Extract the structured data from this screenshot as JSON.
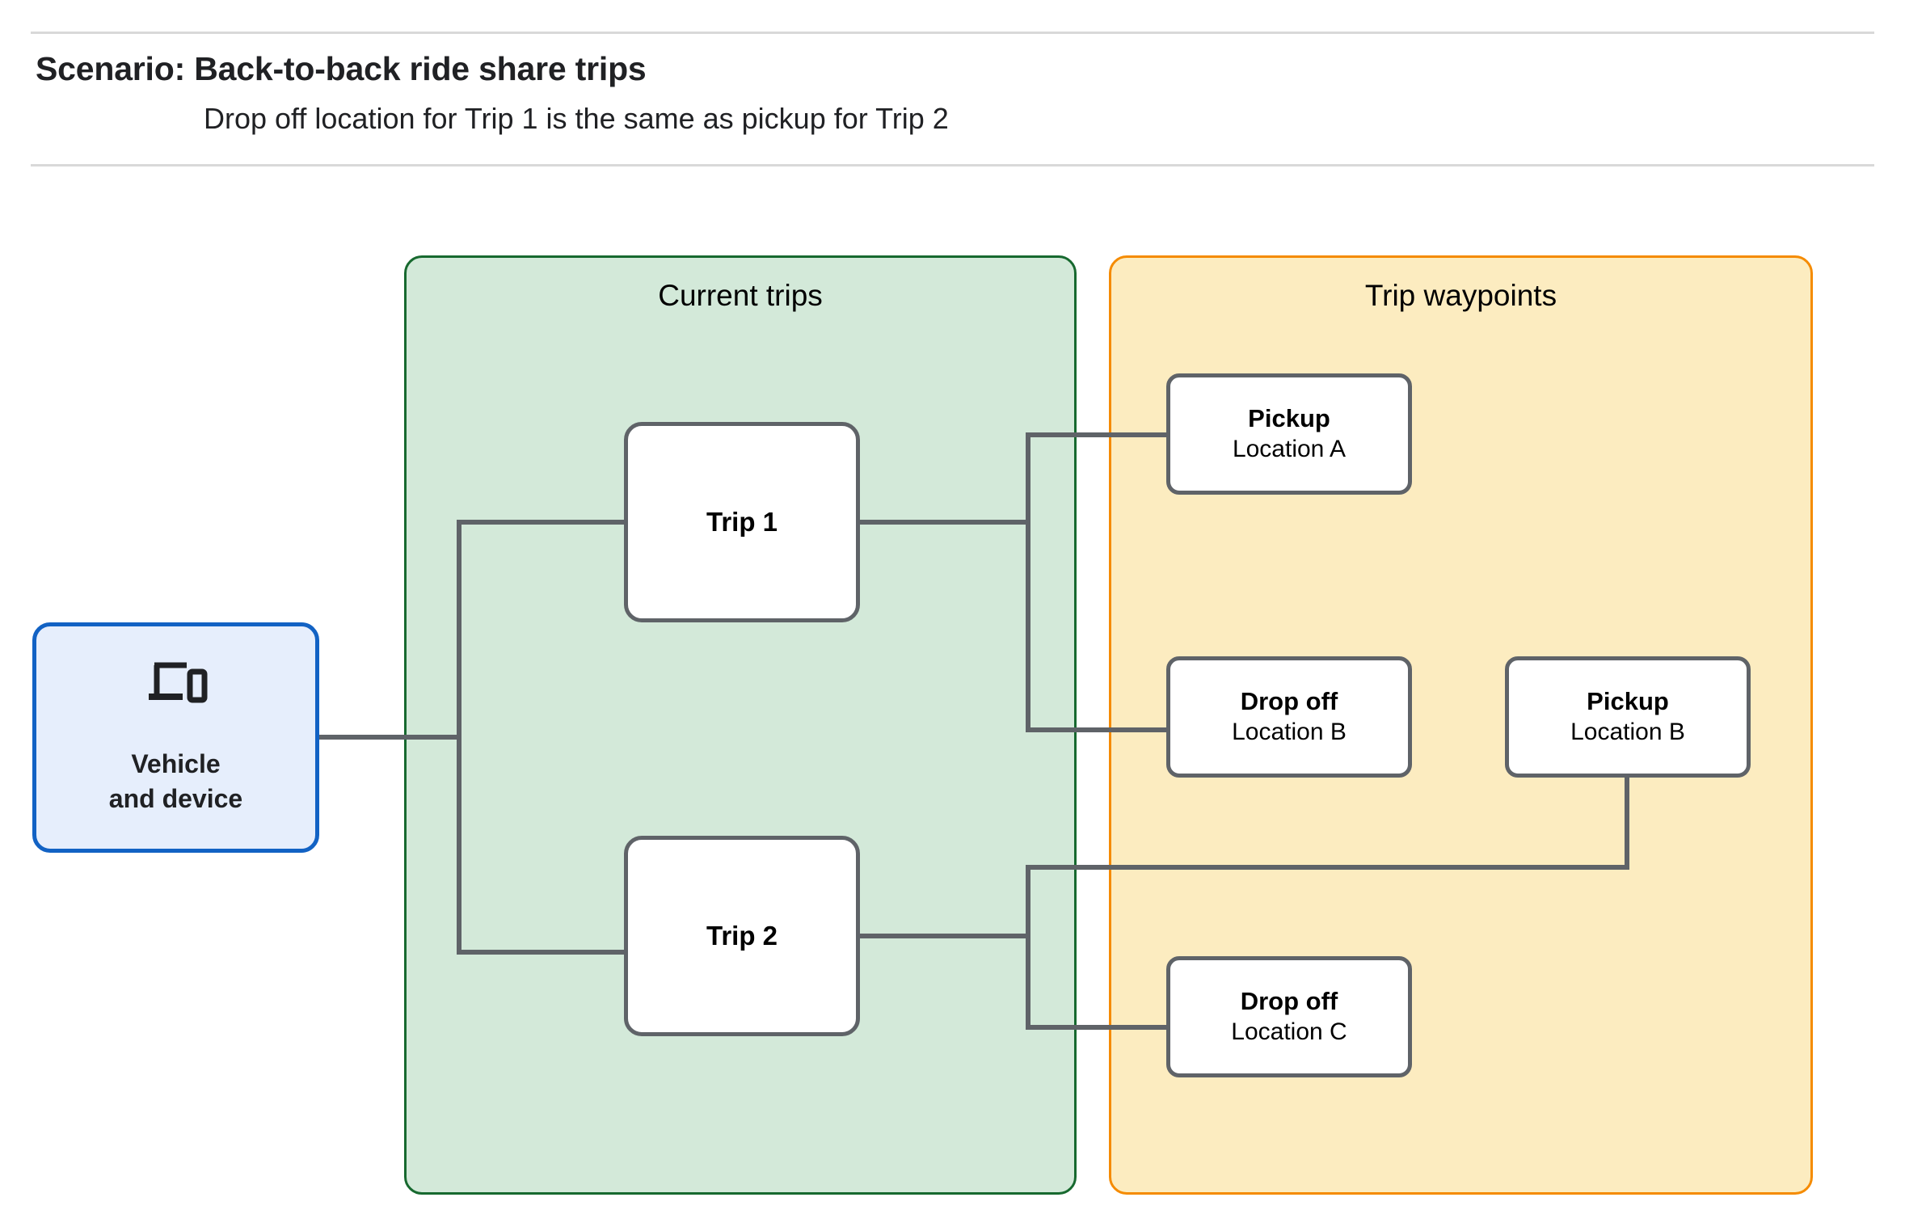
{
  "header": {
    "title": "Scenario: Back-to-back ride share trips",
    "subtitle": "Drop off  location for Trip 1 is the same as pickup for Trip 2"
  },
  "panels": {
    "current_trips": {
      "title": "Current trips"
    },
    "trip_waypoints": {
      "title": "Trip waypoints"
    }
  },
  "vehicle": {
    "icon": "devices-icon",
    "line1": "Vehicle",
    "line2": "and device"
  },
  "trips": [
    {
      "label": "Trip 1"
    },
    {
      "label": "Trip 2"
    }
  ],
  "waypoints": [
    {
      "type": "Pickup",
      "location": "Location A"
    },
    {
      "type": "Drop off",
      "location": "Location B"
    },
    {
      "type": "Pickup",
      "location": "Location B"
    },
    {
      "type": "Drop off",
      "location": "Location C"
    }
  ],
  "colors": {
    "current_trips_fill": "#d3e9d9",
    "current_trips_border": "#17692f",
    "trip_waypoints_fill": "#fcecc0",
    "trip_waypoints_border": "#f58b00",
    "vehicle_fill": "#e6eefc",
    "vehicle_border": "#1262c4",
    "node_border": "#5f6368",
    "connector": "#5f6368",
    "rule": "#d9d9d9"
  }
}
